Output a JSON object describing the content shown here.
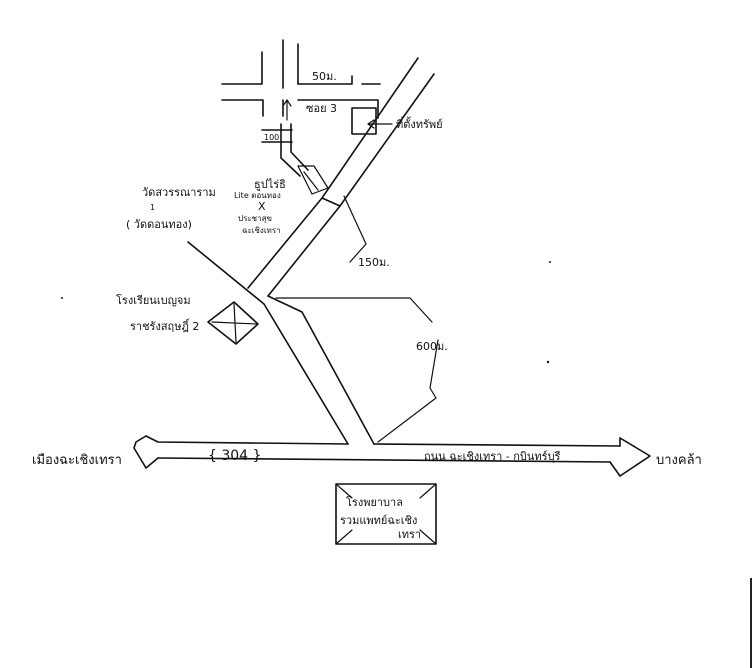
{
  "labels": {
    "soi": "ซอย 3",
    "land": "ที่ตั้งทรัพย์",
    "dist_50": "50ม.",
    "dist_100": "100",
    "shop_a": "ธูปไร่ธิ",
    "shop_b": "Lite ตอนทอง",
    "cross_mark": "X",
    "bank_a": "ประชาสุข",
    "bank_b": "ฉะเชิงเทรา",
    "temple_a": "วัดสวรรณาราม",
    "temple_digit": "1",
    "temple_b": "( วัดดอนทอง)",
    "dist_150": "150ม.",
    "school_a": "โรงเรียนเบญจม",
    "school_b": "ราชรังสฤษฎิ์ 2",
    "dist_600": "600ม.",
    "west_city": "เมืองฉะเชิงเทรา",
    "highway": "{ 304 }",
    "road_name": "ถนน ฉะเชิงเทรา - กบินทร์บุรี",
    "east_town": "บางคล้า",
    "hospital_a": "โรงพยาบาล",
    "hospital_b": "รวมแพทย์ฉะเชิง",
    "hospital_c": "เทรา"
  }
}
